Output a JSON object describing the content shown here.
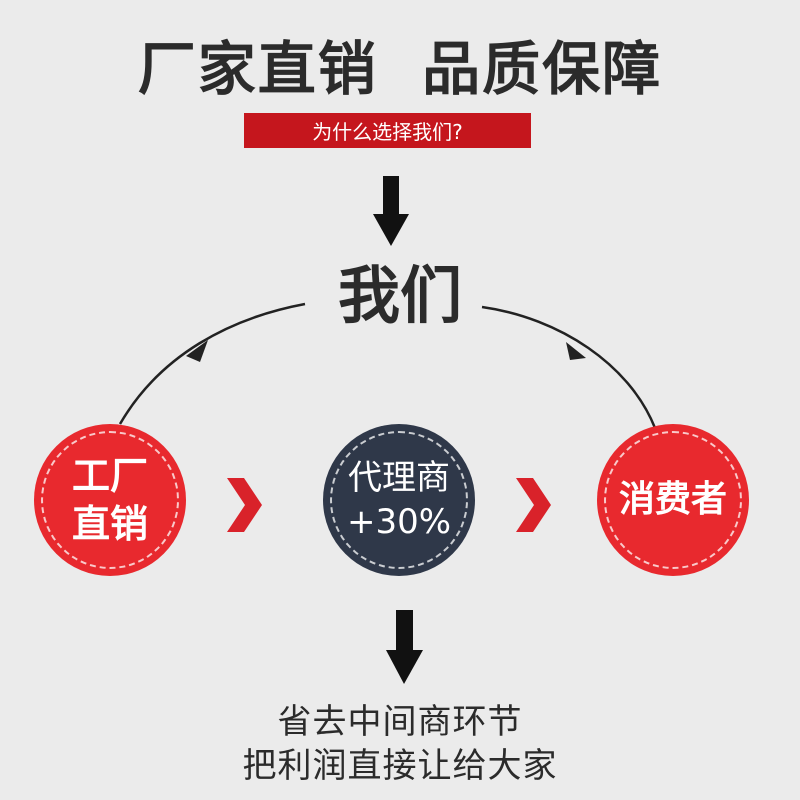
{
  "headline": "厂家直销  品质保障",
  "subtitle": "为什么选择我们?",
  "center_label": "我们",
  "nodes": {
    "factory": "工厂\n直销",
    "agent": "代理商\n+30%",
    "consumer": "消费者"
  },
  "conclusion": {
    "line1": "省去中间商环节",
    "line2": "把利润直接让给大家"
  },
  "colors": {
    "background": "#ebebeb",
    "accent_red": "#e8292e",
    "banner_red": "#c5161d",
    "navy": "#2f3849",
    "text_dark": "#2b2b2b"
  },
  "icons": [
    "arrow-down-icon",
    "chevron-right-icon",
    "curved-arrow-icon"
  ]
}
